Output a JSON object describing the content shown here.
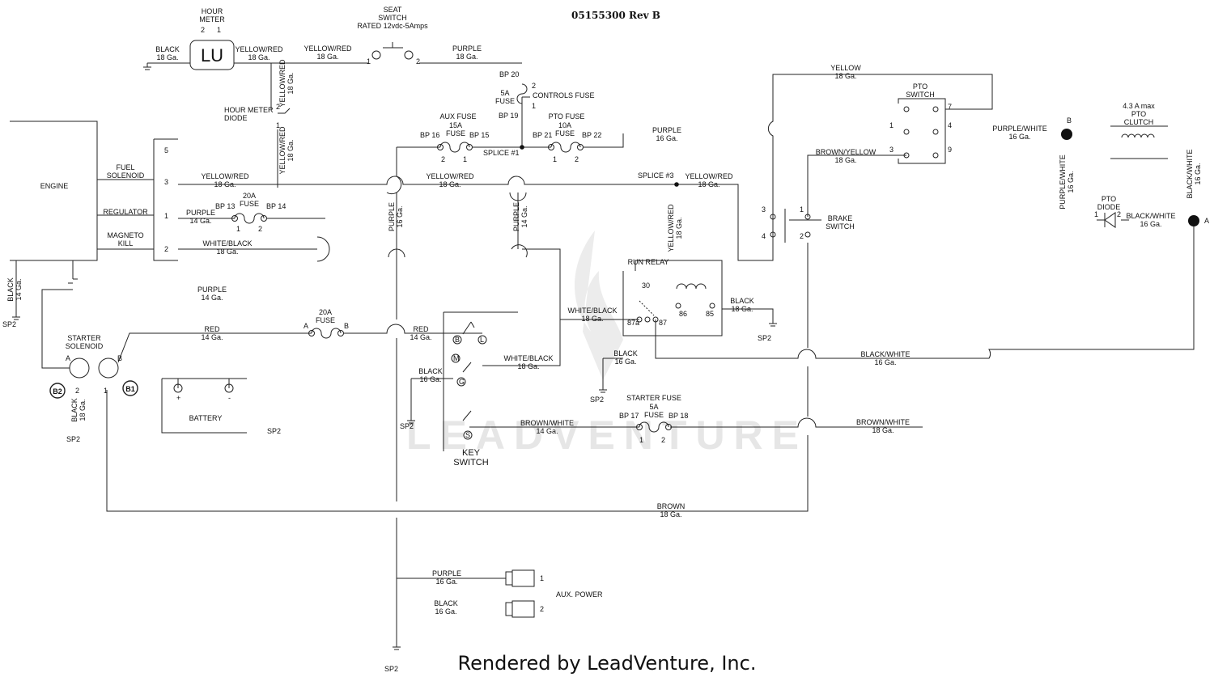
{
  "doc": {
    "title": "05155300 Rev B",
    "footer": "Rendered by LeadVenture, Inc.",
    "watermark": "LEADVENTURE"
  },
  "components": {
    "hour_meter": "HOUR\nMETER",
    "hour_meter_pins": [
      "2",
      "1"
    ],
    "hour_meter_glyph": "LU",
    "seat_switch": "SEAT\nSWITCH\nRATED 12vdc-5Amps",
    "hour_meter_diode": "HOUR METER\nDIODE",
    "engine": "ENGINE",
    "fuel_solenoid": "FUEL\nSOLENOID",
    "regulator": "REGULATOR",
    "magneto_kill": "MAGNETO\nKILL",
    "controls_fuse": "CONTROLS FUSE",
    "aux_fuse": "AUX FUSE",
    "pto_fuse": "PTO FUSE",
    "splice1": "SPLICE #1",
    "splice3": "SPLICE #3",
    "pto_switch": "PTO\nSWITCH",
    "brake_switch": "BRAKE\nSWITCH",
    "run_relay": "RUN RELAY",
    "starter_solenoid": "STARTER\nSOLENOID",
    "battery": "BATTERY",
    "key_switch": "KEY\nSWITCH",
    "starter_fuse": "STARTER FUSE",
    "pto_clutch": "4.3 A max\nPTO\nCLUTCH",
    "pto_diode": "PTO\nDIODE",
    "aux_power": "AUX. POWER"
  },
  "fuses": {
    "f20a_1": "20A\nFUSE",
    "f15a": "15A\nFUSE",
    "f10a": "10A\nFUSE",
    "f5a_controls": "5A\nFUSE",
    "f20a_2": "20A\nFUSE",
    "f5a_starter": "5A\nFUSE"
  },
  "pins": {
    "bp13": "BP 13",
    "bp14": "BP 14",
    "bp15": "BP 15",
    "bp16": "BP 16",
    "bp17": "BP 17",
    "bp18": "BP 18",
    "bp19": "BP 19",
    "bp20": "BP 20",
    "bp21": "BP 21",
    "bp22": "BP 22",
    "one": "1",
    "two": "2",
    "three": "3",
    "four": "4",
    "five": "5",
    "seven": "7",
    "nine": "9",
    "a": "A",
    "b": "B",
    "r30": "30",
    "r87a": "87a",
    "r87": "87",
    "r86": "86",
    "r85": "85",
    "plus": "+",
    "minus": "-",
    "b1": "B1",
    "b2": "B2",
    "key_b": "B",
    "key_l": "L",
    "key_m": "M",
    "key_g": "G",
    "key_s": "S"
  },
  "ground": "SP2",
  "wires": {
    "black_18": "BLACK\n18 Ga.",
    "yellow_red_18": "YELLOW/RED\n18 Ga.",
    "purple_18": "PURPLE\n18 Ga.",
    "yellow_red_18_v": "YELLOW/RED\n18 Ga.",
    "yellow_18": "YELLOW\n18 Ga.",
    "purple_16": "PURPLE\n16 Ga.",
    "purple_white_16": "PURPLE/WHITE\n16 Ga.",
    "brown_yellow_18": "BROWN/YELLOW\n18 Ga.",
    "purple_14": "PURPLE\n14 Ga.",
    "white_black_18": "WHITE/BLACK\n18 Ga.",
    "black_14": "BLACK\n14 Ga.",
    "red_14": "RED\n14 Ga.",
    "black_16": "BLACK\n16 Ga.",
    "black_white_16": "BLACK/WHITE\n16 Ga.",
    "brown_white_14": "BROWN/WHITE\n14 Ga.",
    "brown_white_18": "BROWN/WHITE\n18 Ga.",
    "brown_18": "BROWN\n18 Ga."
  }
}
